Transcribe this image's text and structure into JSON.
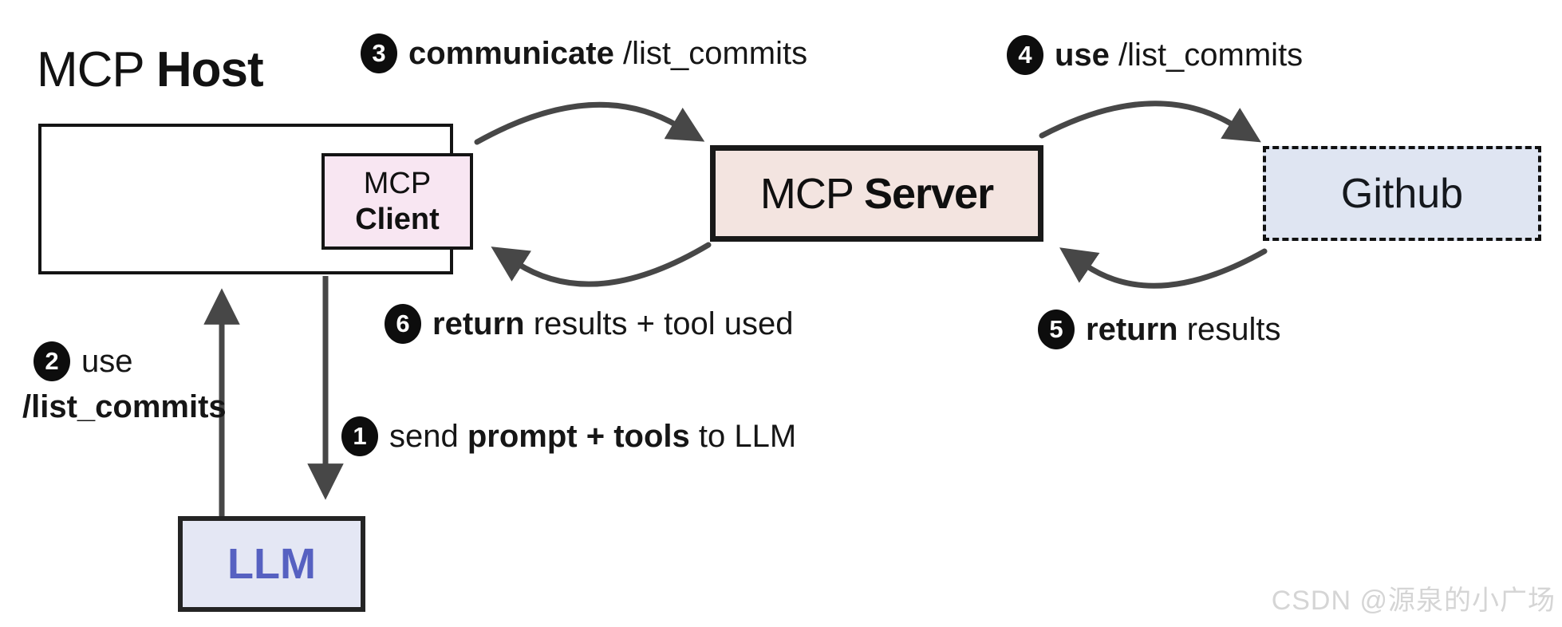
{
  "nodes": {
    "host": {
      "title_normal": "MCP ",
      "title_bold": "Host"
    },
    "client": {
      "line1": "MCP",
      "line2": "Client"
    },
    "server": {
      "normal": "MCP ",
      "bold": "Server"
    },
    "github": {
      "label": "Github"
    },
    "llm": {
      "label": "LLM"
    }
  },
  "steps": {
    "s1": {
      "num": "1",
      "pre": "send ",
      "bold": "prompt + tools",
      "post": " to LLM"
    },
    "s2": {
      "num": "2",
      "pre": "use",
      "bold": "/list_commits"
    },
    "s3": {
      "num": "3",
      "bold": "communicate",
      "post": " /list_commits"
    },
    "s4": {
      "num": "4",
      "bold": "use",
      "post": " /list_commits"
    },
    "s5": {
      "num": "5",
      "bold": "return",
      "post": " results"
    },
    "s6": {
      "num": "6",
      "bold": "return",
      "post": " results + tool used"
    }
  },
  "watermark": "CSDN @源泉的小广场",
  "colors": {
    "client_fill": "#f8e6f2",
    "server_fill": "#f3e4e0",
    "github_fill": "#dfe5f2",
    "llm_fill": "#e4e7f4",
    "llm_text": "#5661c1",
    "arrow": "#474747",
    "border": "#141414"
  }
}
